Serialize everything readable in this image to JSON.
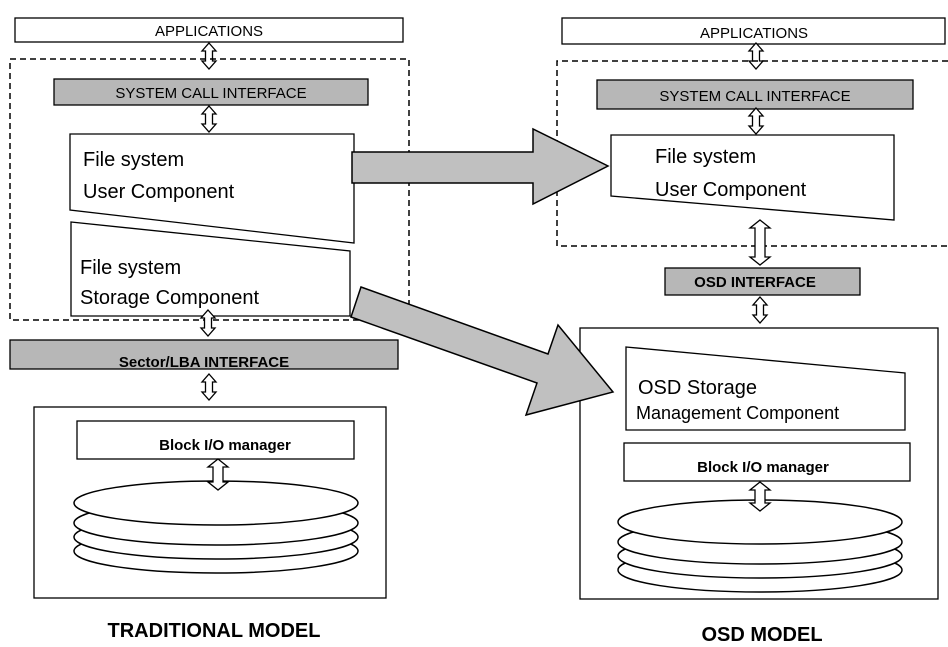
{
  "colors": {
    "stroke": "#000000",
    "interface_fill": "#b7b7b7",
    "migration_arrow_fill": "#c0c0c0",
    "background": "#ffffff"
  },
  "traditional": {
    "applications": "APPLICATIONS",
    "system_call_interface": "SYSTEM CALL INTERFACE",
    "fs_user_line1": "File system",
    "fs_user_line2": "User Component",
    "fs_storage_line1": "File system",
    "fs_storage_line2": "Storage Component",
    "sector_interface": "Sector/LBA INTERFACE",
    "block_io_manager": "Block I/O manager",
    "caption": "TRADITIONAL MODEL"
  },
  "osd": {
    "applications": "APPLICATIONS",
    "system_call_interface": "SYSTEM CALL INTERFACE",
    "fs_user_line1": "File system",
    "fs_user_line2": "User Component",
    "osd_interface": "OSD INTERFACE",
    "osd_storage_line1": "OSD Storage",
    "osd_storage_line2": "Management Component",
    "block_io_manager": "Block I/O manager",
    "caption": "OSD MODEL"
  },
  "icons": [
    "double-arrow-icon",
    "disk-stack-icon",
    "migration-arrow-icon"
  ]
}
